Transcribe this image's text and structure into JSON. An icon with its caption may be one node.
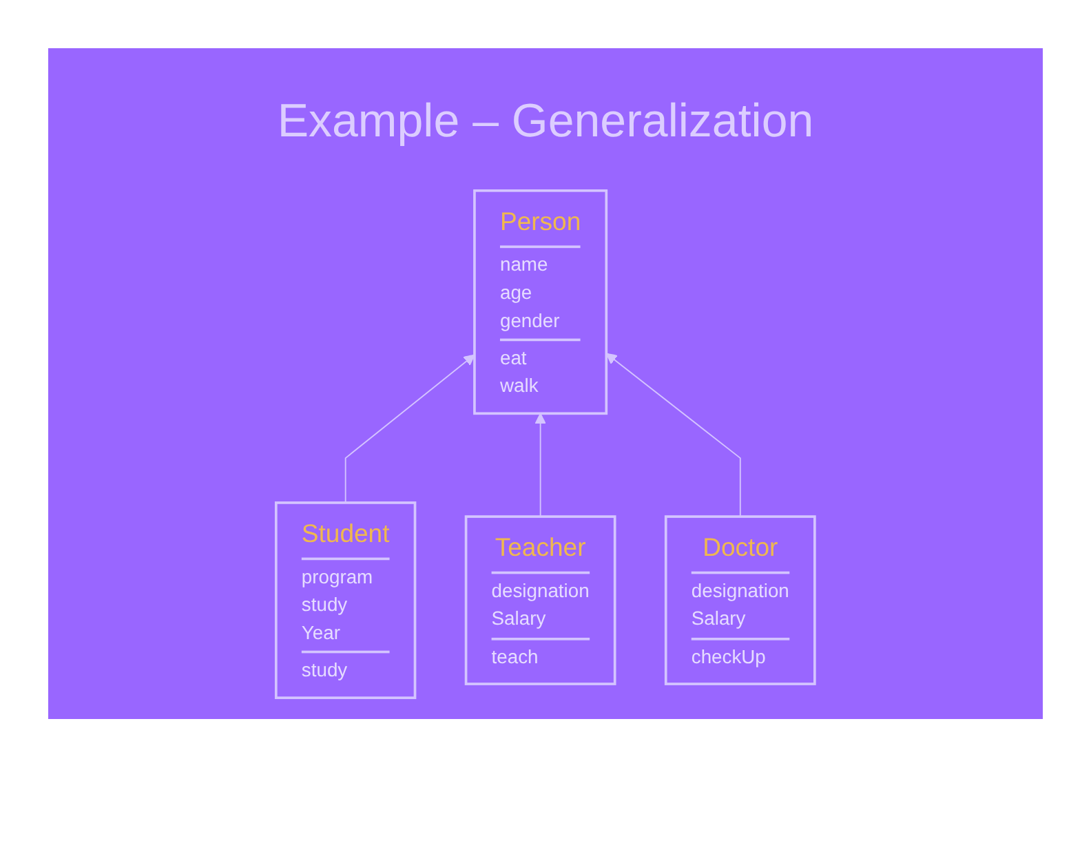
{
  "diagram": {
    "title": "Example – Generalization",
    "nodes": [
      {
        "text": [
          "Person",
          "name age gender",
          "eat walk"
        ]
      },
      {
        "text": [
          "Student",
          "program study Year",
          "study"
        ]
      },
      {
        "text": [
          "Teacher",
          "designation Salary",
          "teach"
        ]
      },
      {
        "text": [
          "Doctor",
          "designation Salary",
          "checkUp"
        ]
      }
    ],
    "edges": [
      {
        "from": 1,
        "to": 0,
        "arrow": "to"
      },
      {
        "from": 2,
        "to": 0,
        "arrow": "to"
      },
      {
        "from": 3,
        "to": 0,
        "arrow": "to"
      }
    ]
  }
}
